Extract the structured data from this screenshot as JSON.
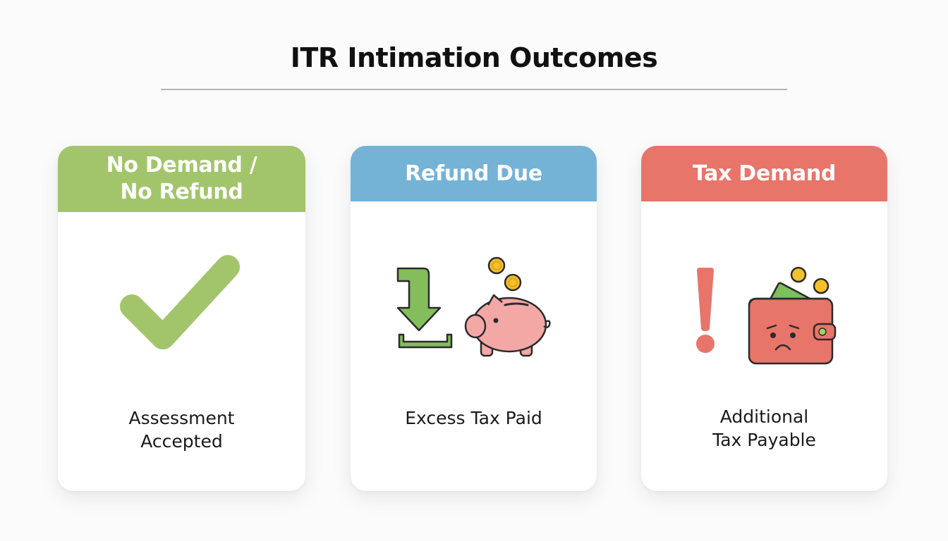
{
  "page": {
    "title": "ITR Intimation Outcomes"
  },
  "colors": {
    "green": "#a2c56b",
    "blue": "#74b3d6",
    "red": "#e8756a",
    "pink": "#f4a8a6",
    "coin": "#f5c02b",
    "arrow_green": "#83bd5c",
    "cash_green": "#7cbf5b",
    "text": "#1a1a1a"
  },
  "cards": [
    {
      "id": "no-demand",
      "header_lines": [
        "No Demand /",
        "No Refund"
      ],
      "icon": "checkmark-icon",
      "caption_lines": [
        "Assessment",
        "Accepted"
      ]
    },
    {
      "id": "refund-due",
      "header_lines": [
        "Refund Due"
      ],
      "icon": "piggy-bank-download-icon",
      "caption_lines": [
        "Excess Tax Paid"
      ]
    },
    {
      "id": "tax-demand",
      "header_lines": [
        "Tax Demand"
      ],
      "icon": "sad-wallet-exclamation-icon",
      "caption_lines": [
        "Additional",
        "Tax Payable"
      ]
    }
  ]
}
